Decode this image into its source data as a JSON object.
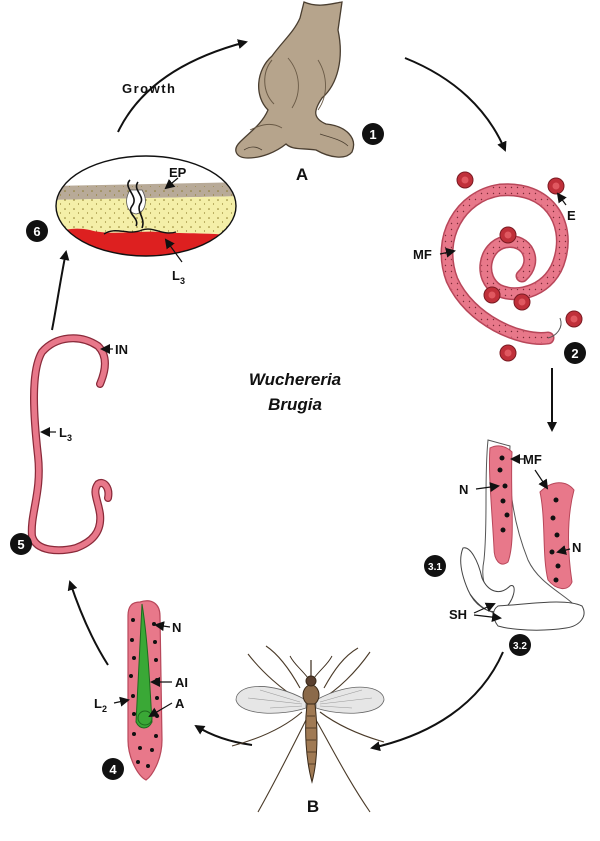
{
  "title": {
    "line1": "Wuchereria",
    "line2": "Brugia"
  },
  "hosts": {
    "human": "A",
    "mosquito": "B"
  },
  "arc_label": "Growth",
  "stages": {
    "s1": "1",
    "s2": "2",
    "s31": "3.1",
    "s32": "3.2",
    "s4": "4",
    "s5": "5",
    "s6": "6"
  },
  "labels": {
    "E": "E",
    "MF_2": "MF",
    "MF_3": "MF",
    "N_3a": "N",
    "N_3b": "N",
    "SH": "SH",
    "N_4": "N",
    "AI": "AI",
    "A": "A",
    "L2": "L",
    "L2_sub": "2",
    "IN": "IN",
    "L3_5": "L",
    "L3_5_sub": "3",
    "EP": "EP",
    "L3_6": "L",
    "L3_6_sub": "3"
  },
  "colors": {
    "worm": "#e8788a",
    "worm_dark": "#b8475a",
    "rbc": "#c0303a",
    "gut": "#3aa836",
    "skin_top": "#b8aa98",
    "dermis": "#f4efa8",
    "blood": "#dd2020",
    "leg": "#b6a48c"
  }
}
